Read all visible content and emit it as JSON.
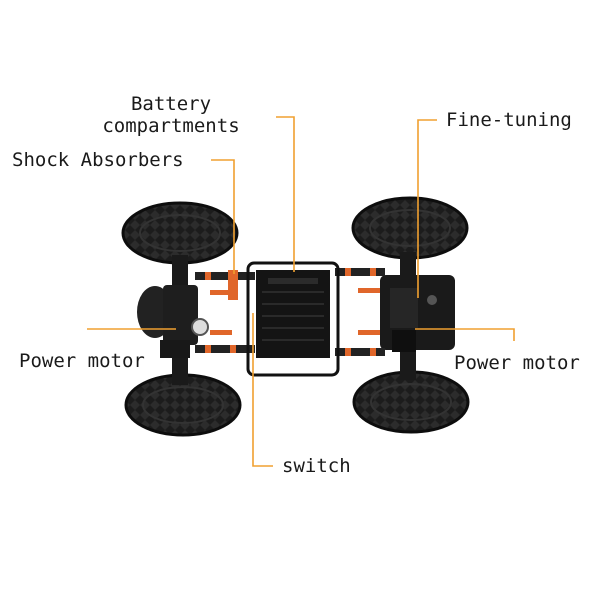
{
  "labels": {
    "battery_line1": "Battery",
    "battery_line2": "compartments",
    "fine_tuning": "Fine-tuning",
    "shock_absorbers": "Shock Absorbers",
    "power_motor_left": "Power motor",
    "power_motor_right": "Power motor",
    "switch": "switch"
  },
  "colors": {
    "leader_line": "#f0a030",
    "tire": "#1c1c1c",
    "chassis": "#111111",
    "accent_orange": "#e0662a",
    "background": "#ffffff"
  }
}
